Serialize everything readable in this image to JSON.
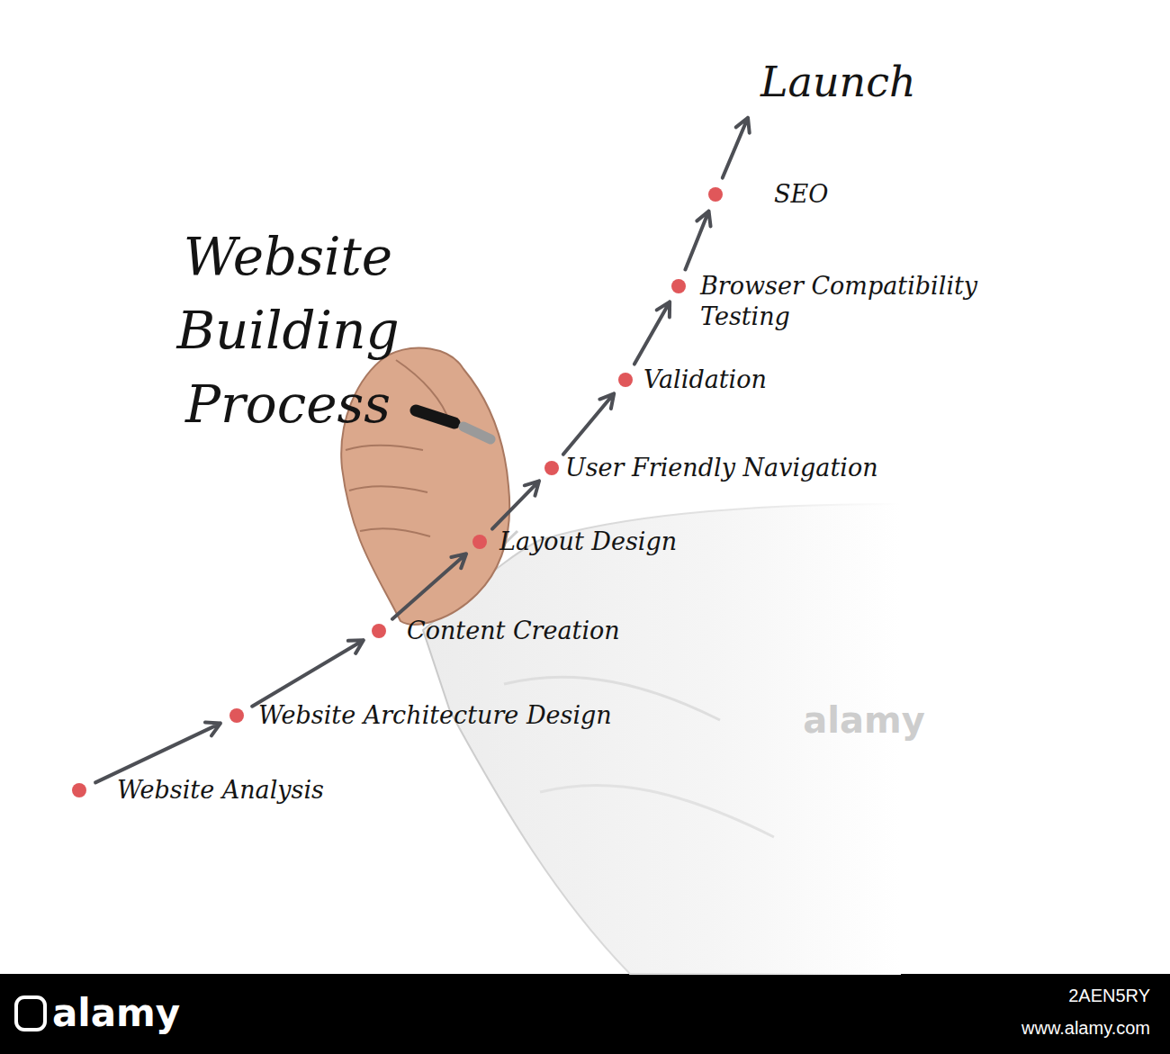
{
  "diagram": {
    "title": "Website Building Process",
    "nodes": [
      {
        "text": [
          "Website Analysis"
        ]
      },
      {
        "text": [
          "Website Architecture Design"
        ]
      },
      {
        "text": [
          "Content Creation"
        ]
      },
      {
        "text": [
          "Layout Design"
        ]
      },
      {
        "text": [
          "User Friendly Navigation"
        ]
      },
      {
        "text": [
          "Validation"
        ]
      },
      {
        "text": [
          "Browser Compatibility Testing"
        ]
      },
      {
        "text": [
          "SEO"
        ]
      },
      {
        "text": [
          "Launch"
        ]
      }
    ],
    "edges": [
      {
        "from": 0,
        "to": 1,
        "arrow": "to"
      },
      {
        "from": 1,
        "to": 2,
        "arrow": "to"
      },
      {
        "from": 2,
        "to": 3,
        "arrow": "to"
      },
      {
        "from": 3,
        "to": 4,
        "arrow": "to"
      },
      {
        "from": 4,
        "to": 5,
        "arrow": "to"
      },
      {
        "from": 5,
        "to": 6,
        "arrow": "to"
      },
      {
        "from": 6,
        "to": 7,
        "arrow": "to"
      },
      {
        "from": 7,
        "to": 8,
        "arrow": "to"
      }
    ],
    "labels": [
      "alamy",
      "alamy",
      "2AEN5RY",
      "www.alamy.com"
    ]
  }
}
